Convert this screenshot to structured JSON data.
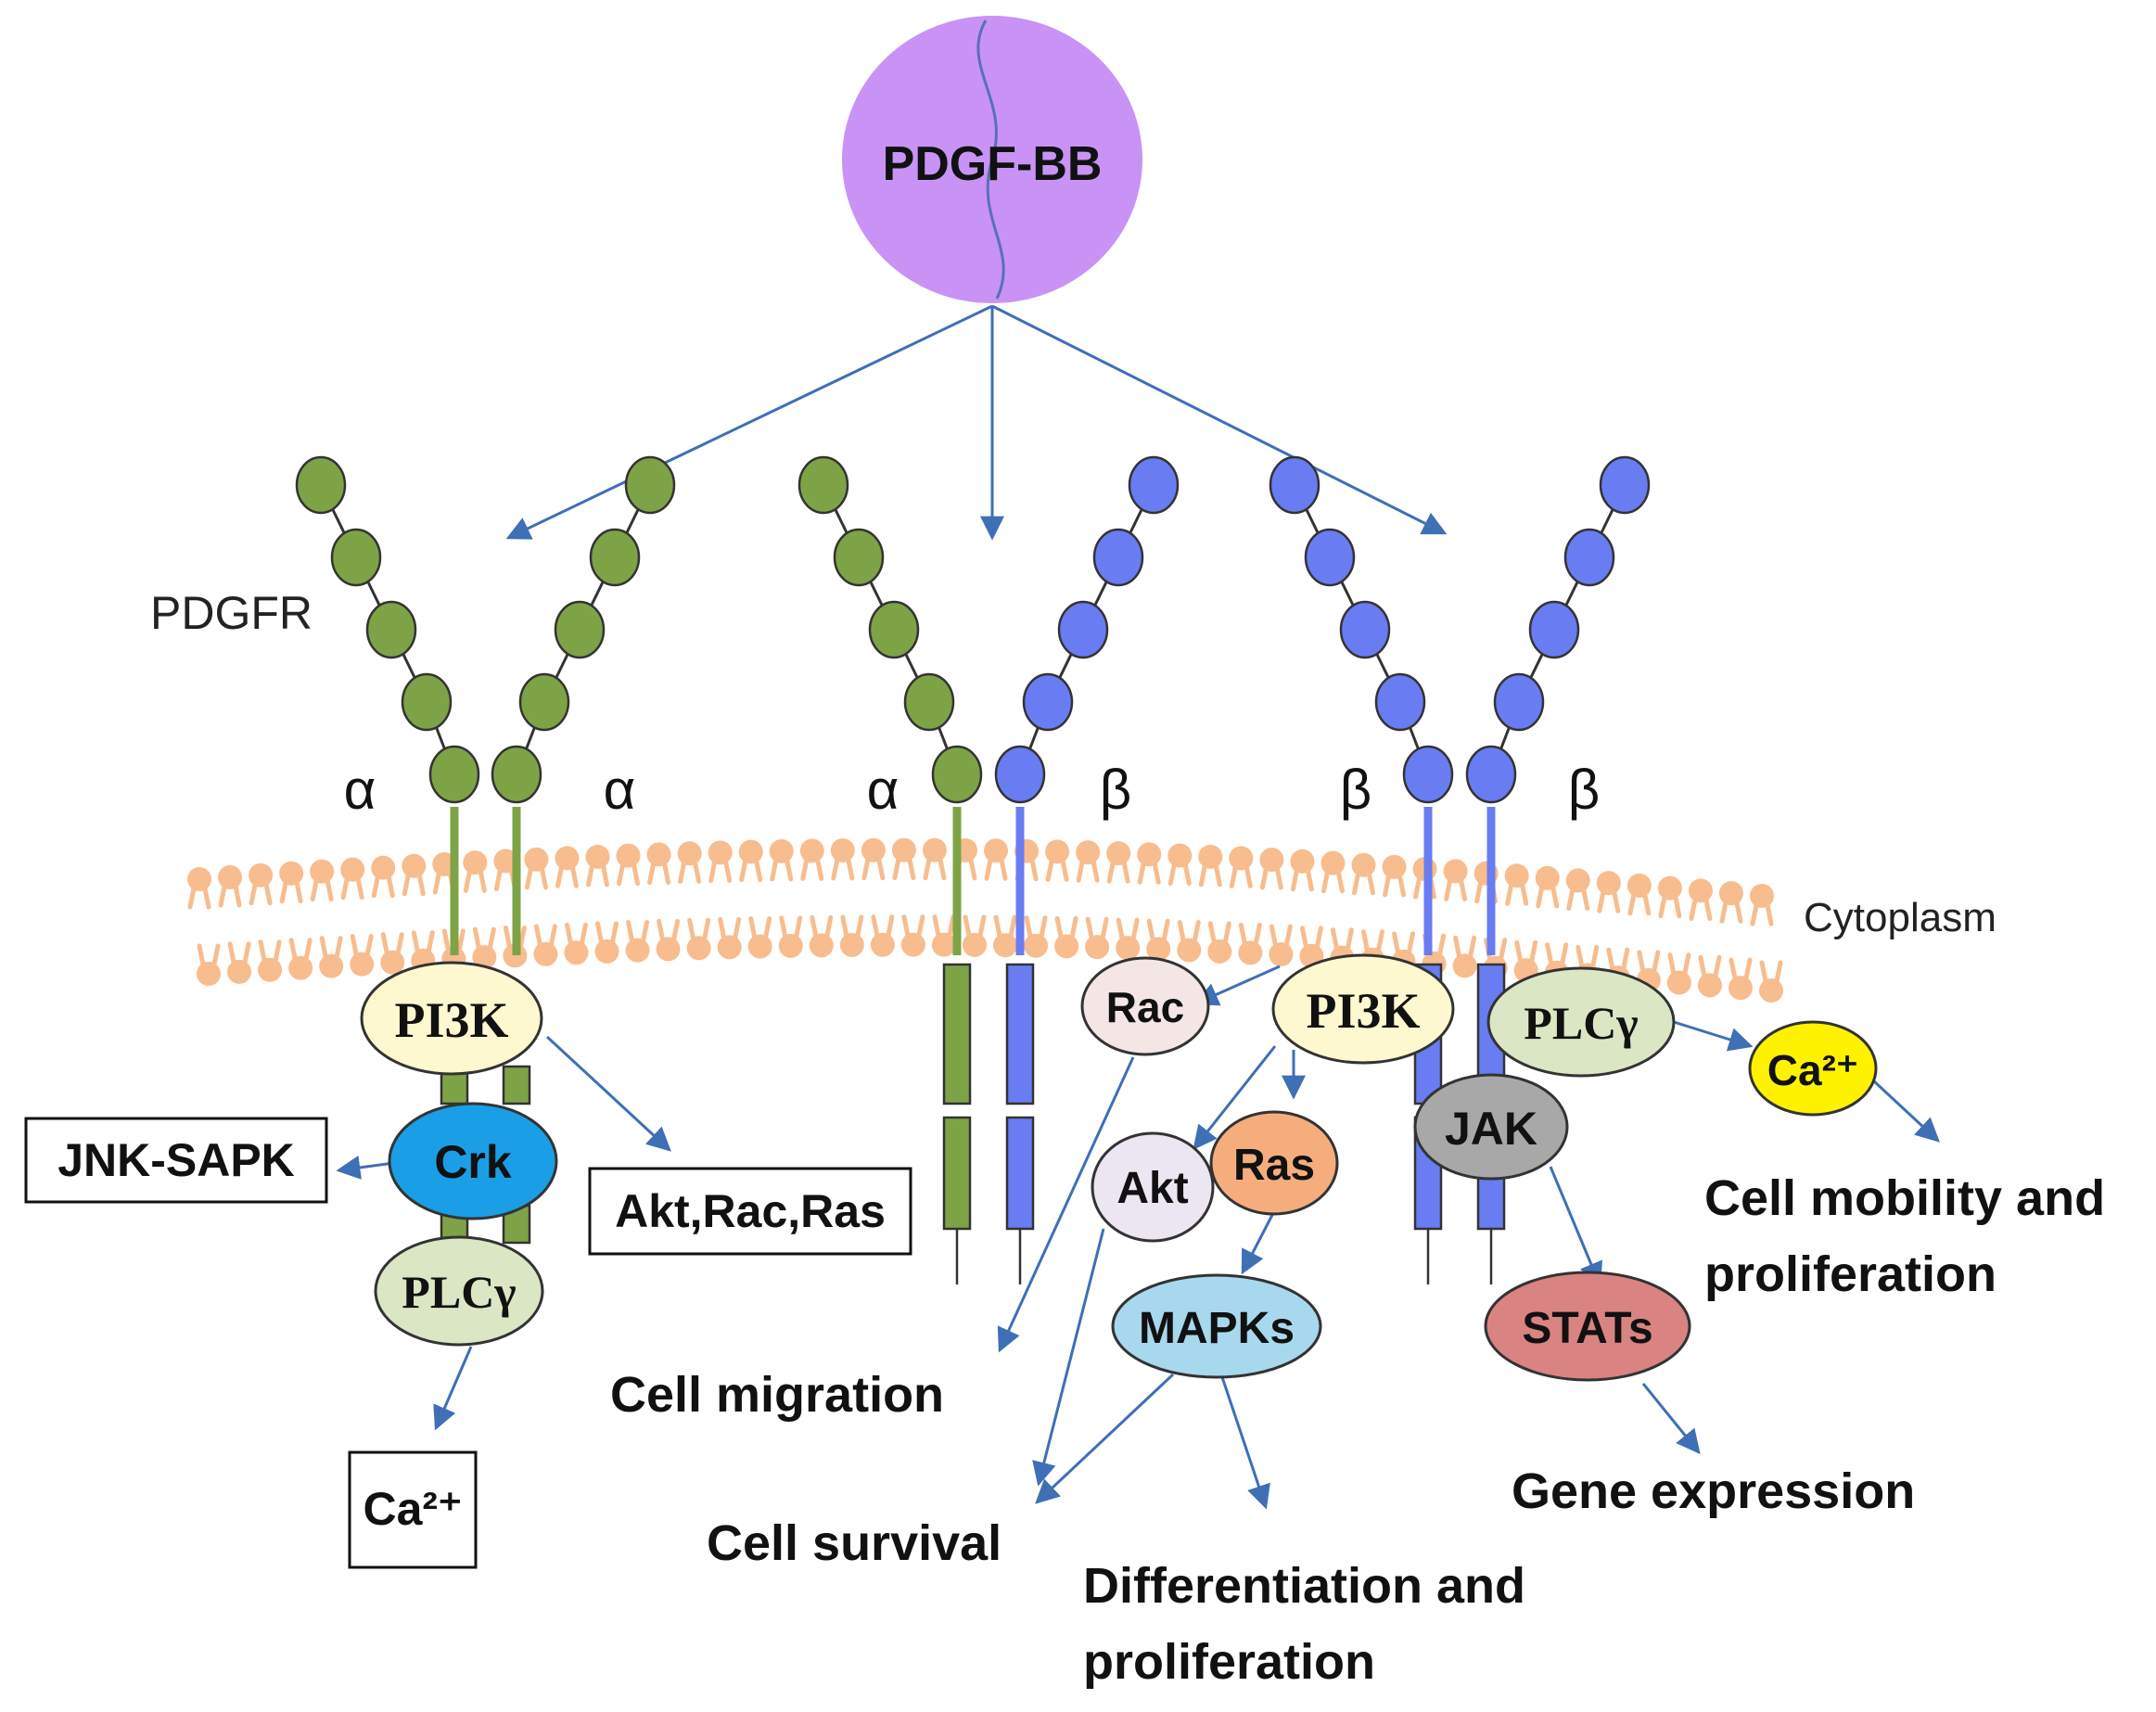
{
  "ligand": {
    "label": "PDGF-BB"
  },
  "receptor_label": "PDGFR",
  "compartment_label": "Cytoplasm",
  "subunits": {
    "alpha": "α",
    "beta": "β"
  },
  "left_dimer": {
    "pi3k": "PI3K",
    "crk": "Crk",
    "plcg": "PLCγ",
    "jnk_box": "JNK-SAPK",
    "akt_box": "Akt,Rac,Ras",
    "ca_box": "Ca²⁺"
  },
  "right_dimer": {
    "rac": "Rac",
    "pi3k": "PI3K",
    "plcg": "PLCγ",
    "ca": "Ca²⁺",
    "akt": "Akt",
    "ras": "Ras",
    "jak": "JAK",
    "mapks": "MAPKs",
    "stats": "STATs"
  },
  "outcomes": {
    "cell_migration": "Cell migration",
    "cell_survival": "Cell survival",
    "differentiation_line1": "Differentiation and",
    "differentiation_line2": "proliferation",
    "gene_expression": "Gene expression",
    "mobility_line1": "Cell mobility and",
    "mobility_line2": "proliferation"
  },
  "colors": {
    "ligand": "#c893f5",
    "alpha_receptor": "#7ea346",
    "beta_receptor": "#6a7cf2",
    "membrane": "#f7bd8f",
    "arrow": "#3f6fb5",
    "pi3k": "#fdf8cf",
    "crk": "#1a9fe6",
    "plcg": "#dbe6c4",
    "rac": "#f3e6e4",
    "akt": "#ece6f2",
    "ras": "#f5ad7d",
    "jak": "#a8a8a8",
    "mapks": "#a8d8ee",
    "stats": "#d98383",
    "calcium": "#fff200"
  }
}
